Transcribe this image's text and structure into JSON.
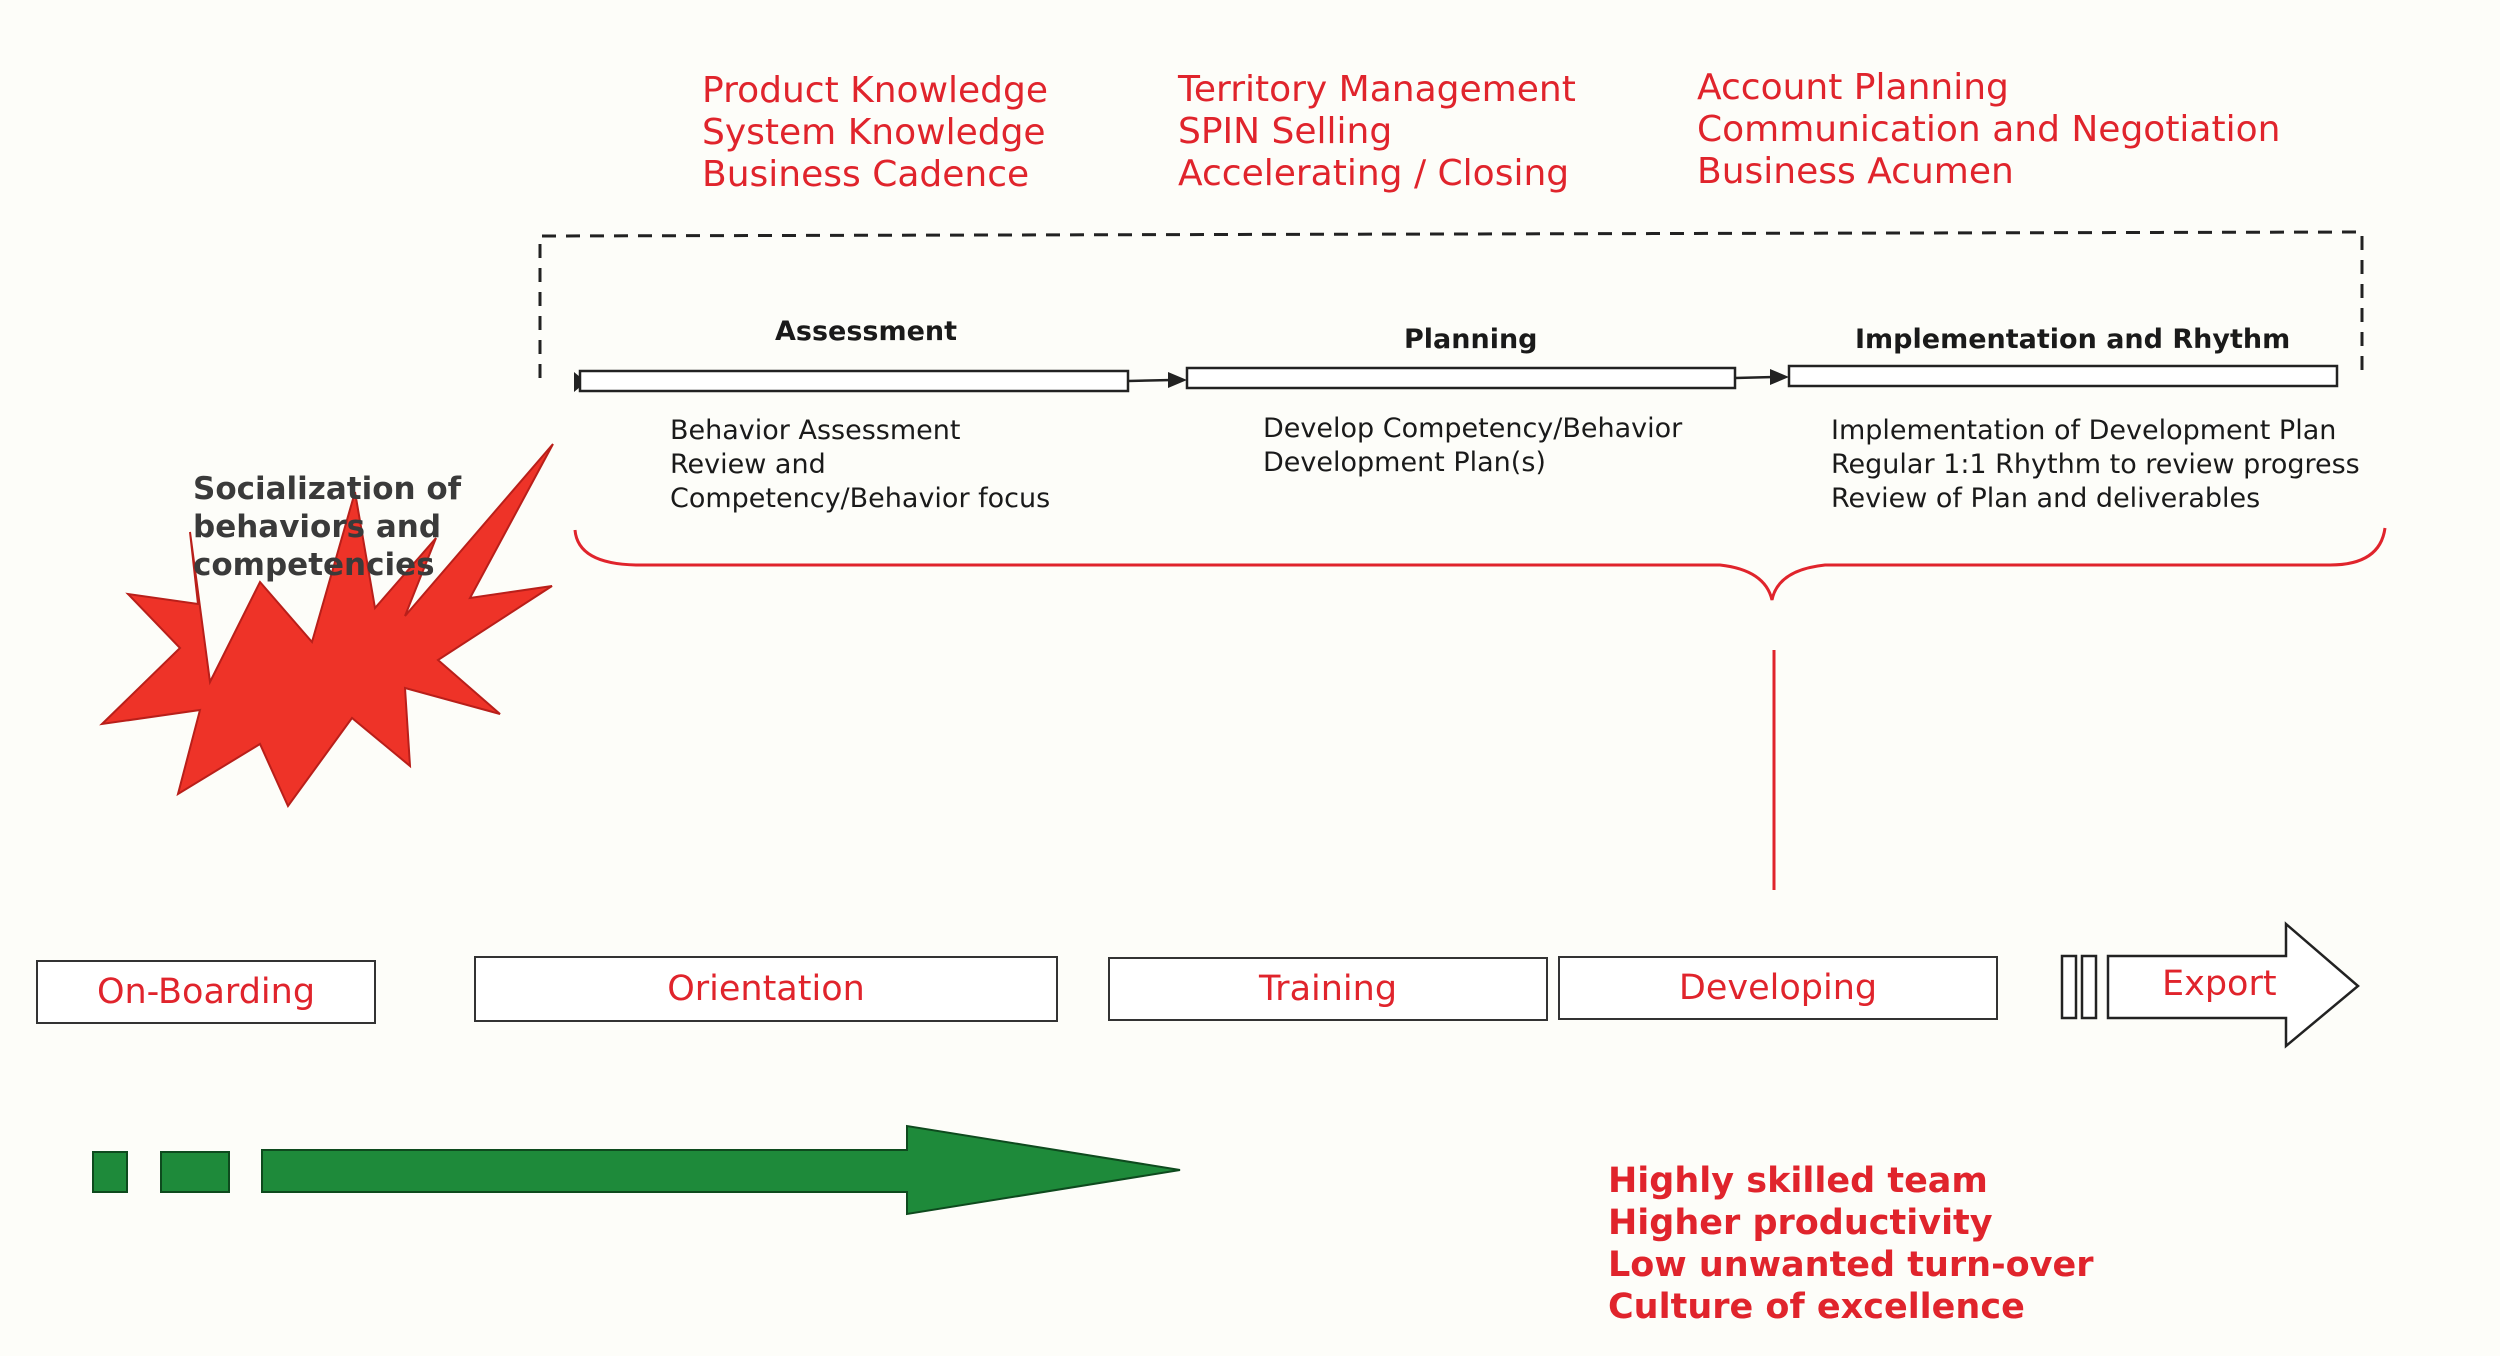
{
  "competencies": [
    {
      "items": [
        "Product Knowledge",
        "System Knowledge",
        "Business Cadence"
      ]
    },
    {
      "items": [
        "Territory Management",
        "SPIN Selling",
        "Accelerating / Closing"
      ]
    },
    {
      "items": [
        "Account Planning",
        "Communication and Negotiation",
        "Business Acumen"
      ]
    }
  ],
  "phases": [
    {
      "title": "Assessment",
      "description": [
        "Behavior Assessment",
        "Review and",
        "Competency/Behavior focus"
      ]
    },
    {
      "title": "Planning",
      "description": [
        "Develop Competency/Behavior",
        "Development Plan(s)"
      ]
    },
    {
      "title": "Implementation and Rhythm",
      "description": [
        "Implementation of Development Plan",
        "Regular 1:1 Rhythm to review progress",
        "Review of Plan and deliverables"
      ]
    }
  ],
  "starburst": {
    "lines": [
      "Socialization of",
      "behaviors and",
      "competencies"
    ]
  },
  "stages": [
    "On-Boarding",
    "Orientation",
    "Training",
    "Developing",
    "Export"
  ],
  "outcomes": [
    "Highly skilled team",
    "Higher productivity",
    "Low unwanted turn-over",
    "Culture of excellence"
  ],
  "colors": {
    "accent_red": "#e0242c",
    "starburst_red": "#ee3328",
    "arrow_green": "#1e8a3a"
  }
}
